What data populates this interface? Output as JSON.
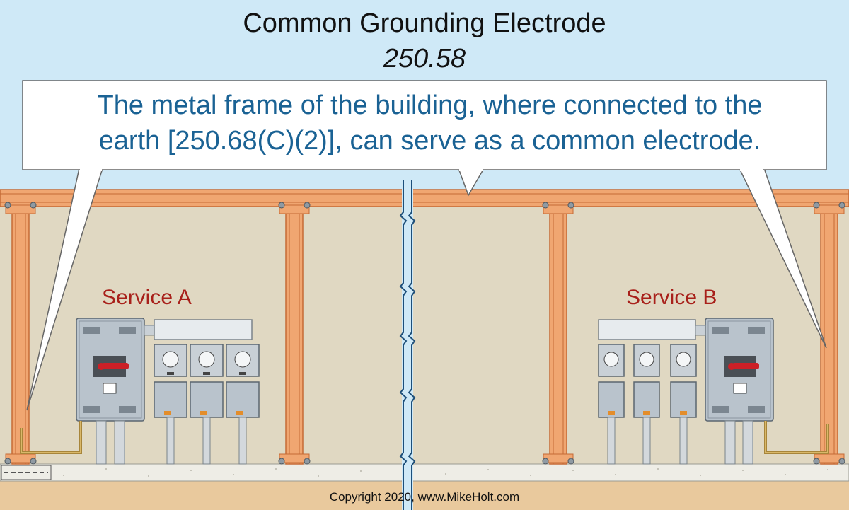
{
  "title": "Common Grounding Electrode",
  "subtitle": "250.58",
  "callout": {
    "line1": "The metal frame of the building, where connected to the",
    "line2": "earth [250.68(C)(2)], can serve as a common electrode."
  },
  "services": [
    {
      "label": "Service A"
    },
    {
      "label": "Service B"
    }
  ],
  "copyright": "Copyright 2020, www.MikeHolt.com",
  "colors": {
    "sky": "#cfe9f7",
    "wall": "#e0d8c2",
    "steel": "#f0a671",
    "steel_edge": "#c56a35",
    "panel": "#b9c3cc",
    "text_blue": "#1a6294",
    "text_red": "#a8201a",
    "earth": "#e9c99d",
    "slab": "#eeede6"
  }
}
